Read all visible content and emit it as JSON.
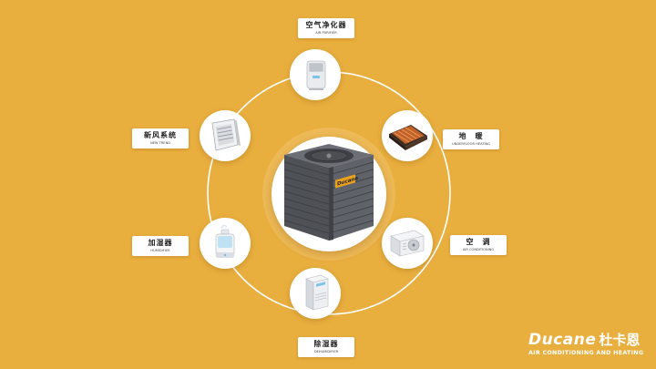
{
  "diagram": {
    "nodes": [
      {
        "id": "air-purifier",
        "label_zh": "空气净化器",
        "label_en": "AIR PURIFIER",
        "icon": "air-purifier-icon"
      },
      {
        "id": "underfloor-heating",
        "label_zh": "地　暖",
        "label_en": "UNDERFLOOR HEATING",
        "icon": "underfloor-heating-icon"
      },
      {
        "id": "air-conditioning",
        "label_zh": "空　调",
        "label_en": "AIR CONDITIONING",
        "icon": "air-conditioner-icon"
      },
      {
        "id": "dehumidifier",
        "label_zh": "除湿器",
        "label_en": "DEHUMIDIFIER",
        "icon": "dehumidifier-icon"
      },
      {
        "id": "humidifier",
        "label_zh": "加湿器",
        "label_en": "HUMIDIFIER",
        "icon": "humidifier-icon"
      },
      {
        "id": "fresh-air",
        "label_zh": "新风系统",
        "label_en": "NEW TREND",
        "icon": "ventilation-fan-icon"
      }
    ],
    "center": {
      "icon": "outdoor-condenser-icon",
      "unit_label": "Ducane"
    }
  },
  "brand": {
    "name": "Ducane",
    "name_zh": "杜卡恩",
    "tagline": "AIR CONDITIONING AND HEATING"
  },
  "colors": {
    "background": "#E8AE3E",
    "panel": "#FFFFFF",
    "unit_body": "#5A5D63",
    "unit_badge": "#E8A020"
  }
}
